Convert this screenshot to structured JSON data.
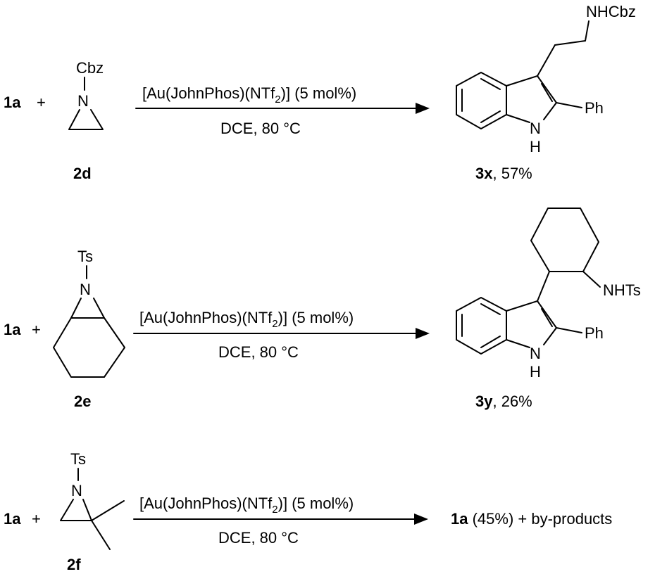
{
  "reactions": [
    {
      "reactant": "1a",
      "plus": "+",
      "reagent": {
        "substituent": "Cbz",
        "n": "N",
        "label": "2d"
      },
      "conditions": {
        "catalyst_main": "[Au(JohnPhos)(NTf",
        "catalyst_sub": "2",
        "catalyst_tail": ")] (5 mol%)",
        "solvent": "DCE, 80 °C"
      },
      "product": {
        "side_chain": "NHCbz",
        "aryl": "Ph",
        "nh_n": "N",
        "nh_h": "H",
        "label": "3x",
        "yield": ", 57%"
      }
    },
    {
      "reactant": "1a",
      "plus": "+",
      "reagent": {
        "substituent": "Ts",
        "n": "N",
        "label": "2e"
      },
      "conditions": {
        "catalyst_main": "[Au(JohnPhos)(NTf",
        "catalyst_sub": "2",
        "catalyst_tail": ")] (5 mol%)",
        "solvent": "DCE, 80 °C"
      },
      "product": {
        "side_chain": "NHTs",
        "aryl": "Ph",
        "nh_n": "N",
        "nh_h": "H",
        "label": "3y",
        "yield": ", 26%"
      }
    },
    {
      "reactant": "1a",
      "plus": "+",
      "reagent": {
        "substituent": "Ts",
        "n": "N",
        "label": "2f"
      },
      "conditions": {
        "catalyst_main": "[Au(JohnPhos)(NTf",
        "catalyst_sub": "2",
        "catalyst_tail": ")] (5 mol%)",
        "solvent": "DCE, 80 °C"
      },
      "product": {
        "recovered": "1a",
        "recovered_yield": " (45%) + by-products"
      }
    }
  ]
}
